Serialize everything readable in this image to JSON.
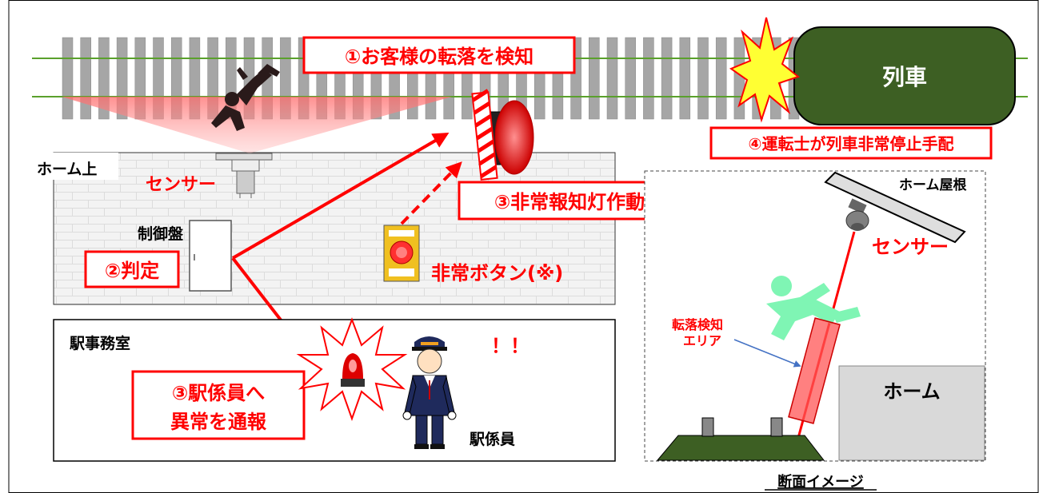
{
  "labels": {
    "step1": "①お客様の転落を検知",
    "step2": "②判定",
    "step3_lamp": "③非常報知灯作動",
    "step3_staff_line1": "③駅係員へ",
    "step3_staff_line2": "異常を通報",
    "step4": "④運転士が列車非常停止手配",
    "train": "列車",
    "platform_top": "ホーム上",
    "sensor": "センサー",
    "control_panel": "制御盤",
    "emergency_button": "非常ボタン(※)",
    "station_office": "駅事務室",
    "exclaim": "！！",
    "staff": "駅係員",
    "roof": "ホーム屋根",
    "sensor_section": "センサー",
    "detect_area_line1": "転落検知",
    "detect_area_line2": "エリア",
    "platform_section": "ホーム",
    "section_title": "断面イメージ"
  },
  "colors": {
    "accent_red": "#ff0000",
    "train_green": "#3d5f23",
    "rail_green": "#5aa02c",
    "person_green": "#7ff5b4",
    "brick_bg": "#f2f2f2"
  }
}
